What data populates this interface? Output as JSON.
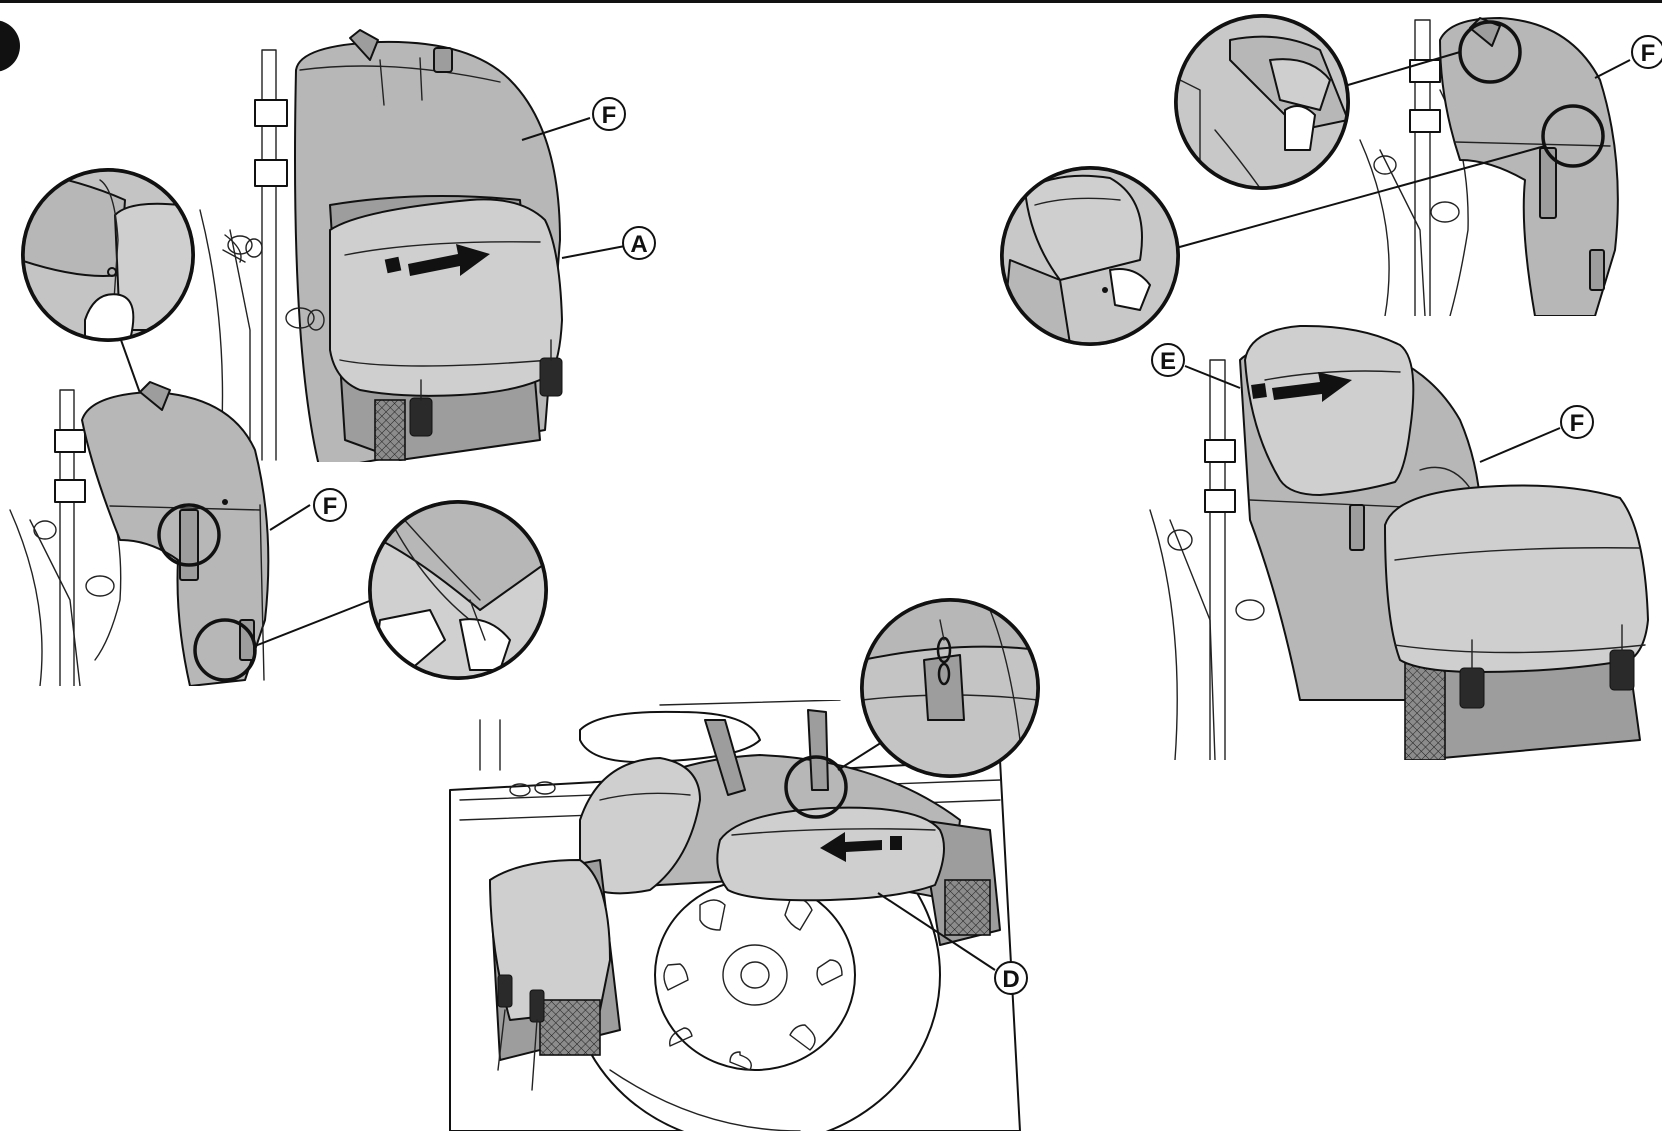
{
  "callouts": {
    "f_top_left": "F",
    "a": "A",
    "f_mid_left": "F",
    "f_top_right": "F",
    "e": "E",
    "f_mid_right": "F",
    "d": "D"
  },
  "colors": {
    "bag_fill": "#b7b7b7",
    "line_ink": "#111111",
    "background": "#ffffff"
  },
  "icons": {
    "direction_arrow": "arrow-right-icon",
    "direction_arrow_left": "arrow-left-icon"
  }
}
